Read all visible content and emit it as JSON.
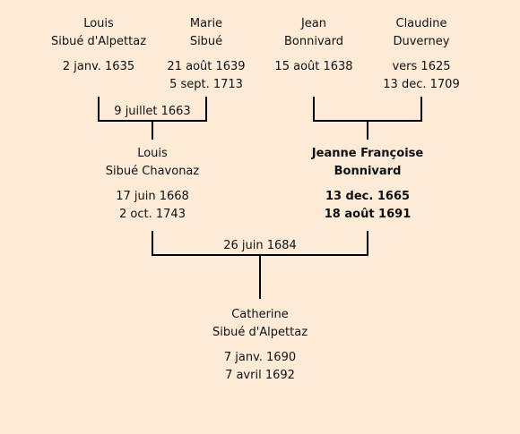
{
  "persons": {
    "p1": {
      "first": "Louis",
      "last": "Sibué d'Alpettaz",
      "birth": "2 janv. 1635",
      "death": ""
    },
    "p2": {
      "first": "Marie",
      "last": "Sibué",
      "birth": "21 août 1639",
      "death": "5 sept. 1713"
    },
    "p3": {
      "first": "Jean",
      "last": "Bonnivard",
      "birth": "15 août 1638",
      "death": ""
    },
    "p4": {
      "first": "Claudine",
      "last": "Duverney",
      "birth": "vers 1625",
      "death": "13 dec. 1709"
    },
    "p5": {
      "first": "Louis",
      "last": "Sibué Chavonaz",
      "birth": "17 juin 1668",
      "death": "2 oct. 1743"
    },
    "p6": {
      "first": "Jeanne Françoise",
      "last": "Bonnivard",
      "birth": "13 dec. 1665",
      "death": "18 août 1691"
    },
    "p7": {
      "first": "Catherine",
      "last": "Sibué d'Alpettaz",
      "birth": "7 janv. 1690",
      "death": "7 avril 1692"
    }
  },
  "marriages": {
    "m1": "9 juillet 1663",
    "m2": "",
    "m3": "26 juin 1684"
  }
}
